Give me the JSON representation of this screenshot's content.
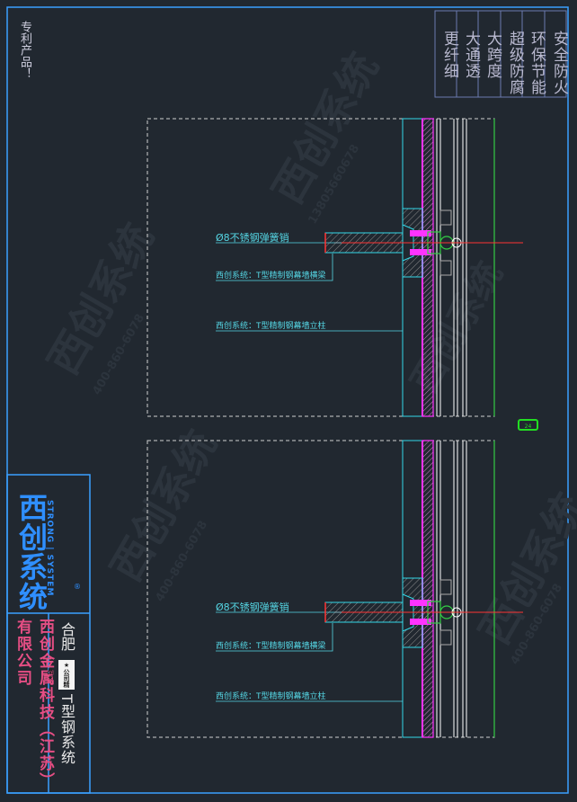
{
  "patent_note": "专利产品！",
  "features": [
    "安全防火",
    "环保节能",
    "超级防腐",
    "大跨度",
    "大通透",
    "更纤细"
  ],
  "badge": "24",
  "brand": {
    "name_cn": "西创系统",
    "name_en": "STRONG | SYSTEM",
    "registered_mark": "®"
  },
  "company_name": "西创金属科技（江苏）有限公司",
  "title": {
    "city": "合肥",
    "project_tag": "★公司精品★",
    "system": "T型钢系统"
  },
  "details": [
    {
      "labels": [
        "Ø8不锈钢弹簧销",
        "西创系统：T型精制钢幕墙横梁",
        "西创系统：T型精制钢幕墙立柱"
      ]
    },
    {
      "labels": [
        "Ø8不锈钢弹簧销",
        "西创系统：T型精制钢幕墙横梁",
        "西创系统：T型精制钢幕墙立柱"
      ]
    }
  ],
  "colors": {
    "background": "#212830",
    "frame": "#3aa0ff",
    "outline": "#33d8e8",
    "glass": "#ff33ff",
    "mullion": "#ff99ee",
    "green_edge": "#33cc44",
    "axis": "#ff3333",
    "hatch": "#888888"
  }
}
